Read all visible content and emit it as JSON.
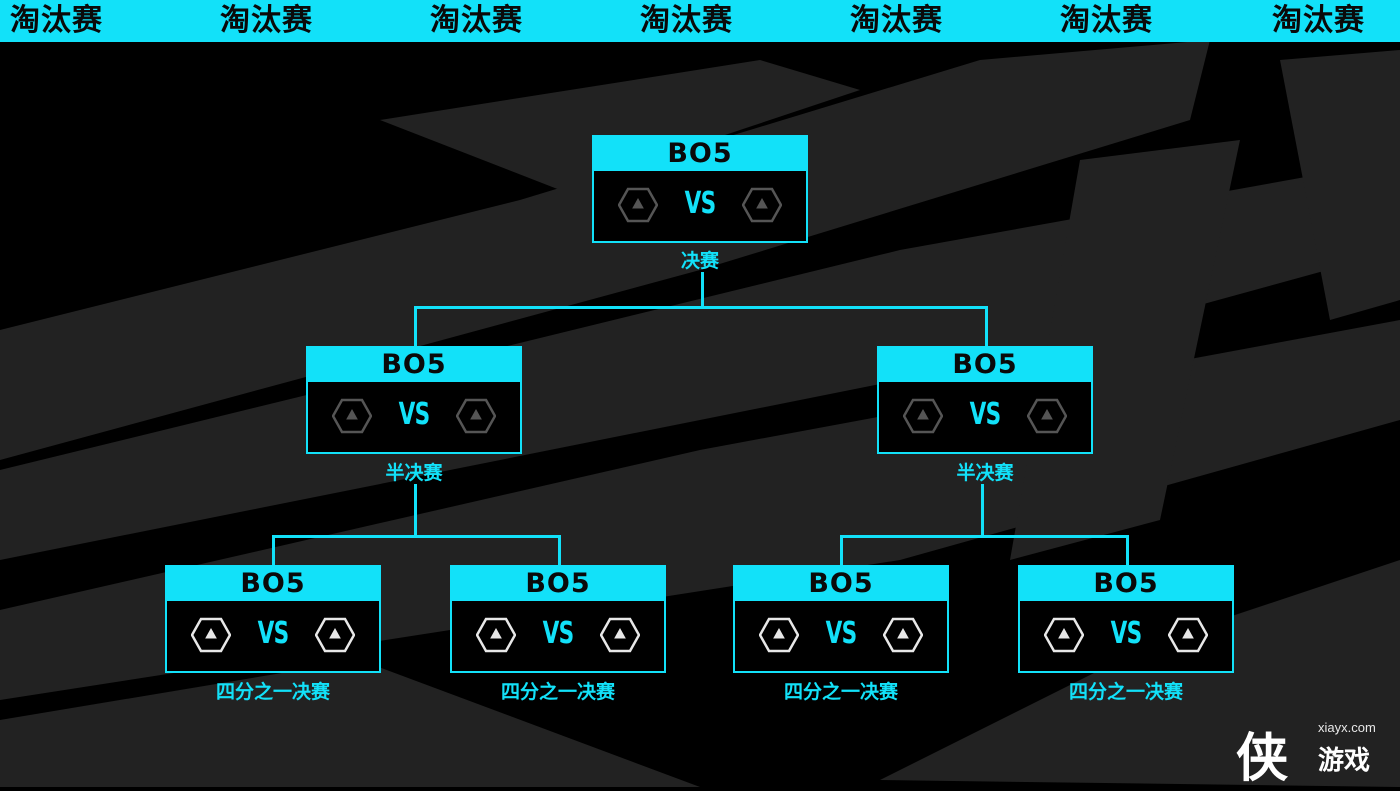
{
  "header": {
    "banner_text": "淘汰赛",
    "repeat_labels": [
      "淘汰赛",
      "淘汰赛",
      "淘汰赛",
      "淘汰赛",
      "淘汰赛",
      "淘汰赛",
      "淘汰赛"
    ]
  },
  "colors": {
    "accent": "#12e1f9",
    "background": "#000000",
    "bg_stripes": "#2b2b2b",
    "team_icon_dim": "#555555",
    "team_icon_bright": "#e8e8e8"
  },
  "bracket": {
    "final": {
      "format": "BO5",
      "vs": "VS",
      "round": "决赛",
      "team_icon": "hexagon-triangle-icon"
    },
    "semifinal_left": {
      "format": "BO5",
      "vs": "VS",
      "round": "半决赛",
      "team_icon": "hexagon-triangle-icon"
    },
    "semifinal_right": {
      "format": "BO5",
      "vs": "VS",
      "round": "半决赛",
      "team_icon": "hexagon-triangle-icon"
    },
    "quarterfinal_1": {
      "format": "BO5",
      "vs": "VS",
      "round": "四分之一决赛",
      "team_icon": "hexagon-triangle-icon"
    },
    "quarterfinal_2": {
      "format": "BO5",
      "vs": "VS",
      "round": "四分之一决赛",
      "team_icon": "hexagon-triangle-icon"
    },
    "quarterfinal_3": {
      "format": "BO5",
      "vs": "VS",
      "round": "四分之一决赛",
      "team_icon": "hexagon-triangle-icon"
    },
    "quarterfinal_4": {
      "format": "BO5",
      "vs": "VS",
      "round": "四分之一决赛",
      "team_icon": "hexagon-triangle-icon"
    }
  },
  "watermark": {
    "logo_char": "侠",
    "url": "xiayx.com",
    "name": "游戏"
  }
}
